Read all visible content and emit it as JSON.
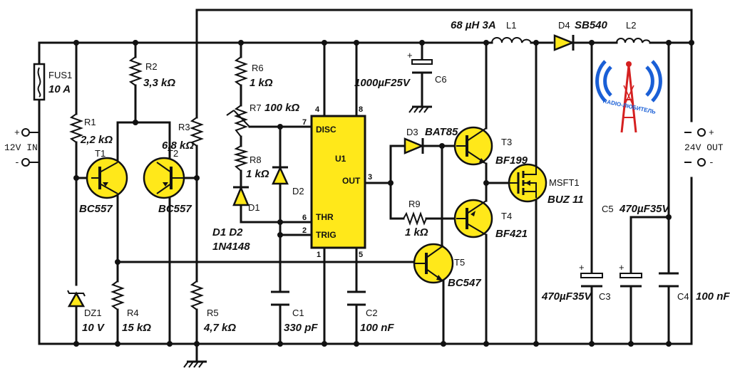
{
  "colors": {
    "wire": "#111111",
    "component": "#ffe81a",
    "logo_blue": "#1a5fd6",
    "logo_red": "#d52020"
  },
  "input": {
    "label": "12V IN",
    "plus": "+",
    "minus": "-"
  },
  "output": {
    "label": "24V OUT",
    "plus": "+",
    "minus": "-"
  },
  "fuse": {
    "ref": "FUS1",
    "value": "10 A"
  },
  "r1": {
    "ref": "R1",
    "value": "2,2 kΩ"
  },
  "r2": {
    "ref": "R2",
    "value": "3,3 kΩ"
  },
  "r3": {
    "ref": "R3",
    "value": "6,8 kΩ"
  },
  "r4": {
    "ref": "R4",
    "value": "15 kΩ"
  },
  "r5": {
    "ref": "R5",
    "value": "4,7 kΩ"
  },
  "r6": {
    "ref": "R6",
    "value": "1 kΩ"
  },
  "r7": {
    "ref": "R7",
    "value": "100 kΩ"
  },
  "r8": {
    "ref": "R8",
    "value": "1 kΩ"
  },
  "r9": {
    "ref": "R9",
    "value": "1 kΩ"
  },
  "dz1": {
    "ref": "DZ1",
    "value": "10 V"
  },
  "t1": {
    "ref": "T1",
    "value": "BC557"
  },
  "t2": {
    "ref": "T2",
    "value": "BC557"
  },
  "t3": {
    "ref": "T3",
    "value": "BF199"
  },
  "t4": {
    "ref": "T4",
    "value": "BF421"
  },
  "t5": {
    "ref": "T5",
    "value": "BC547"
  },
  "mosfet": {
    "ref": "MSFT1",
    "value": "BUZ 11"
  },
  "d1": {
    "ref": "D1"
  },
  "d2": {
    "ref": "D2"
  },
  "d1d2": {
    "label": "D1 D2",
    "value": "1N4148"
  },
  "d3": {
    "ref": "D3",
    "value": "BAT85"
  },
  "d4": {
    "ref": "D4",
    "value": "SB540"
  },
  "l1": {
    "ref": "L1",
    "value": "68 µH 3A"
  },
  "l2": {
    "ref": "L2"
  },
  "c1": {
    "ref": "C1",
    "value": "330 pF"
  },
  "c2": {
    "ref": "C2",
    "value": "100 nF"
  },
  "c3": {
    "ref": "C3",
    "value": "470µF35V"
  },
  "c4": {
    "ref": "C4",
    "value": "100 nF"
  },
  "c5": {
    "ref": "C5",
    "value": "470µF35V"
  },
  "c6": {
    "ref": "C6",
    "value": "1000µF25V"
  },
  "c3_plus": "+",
  "c5_plus": "+",
  "c6_plus": "+",
  "u1": {
    "ref": "U1",
    "disc": "DISC",
    "thr": "THR",
    "trig": "TRIG",
    "out": "OUT",
    "pin7": "7",
    "pin4": "4",
    "pin8": "8",
    "pin3": "3",
    "pin6": "6",
    "pin2": "2",
    "pin1": "1",
    "pin5": "5"
  },
  "logo": {
    "text": "RADIO-ЛЮБИТЕЛЬ",
    "icon": "radio-tower-icon"
  }
}
